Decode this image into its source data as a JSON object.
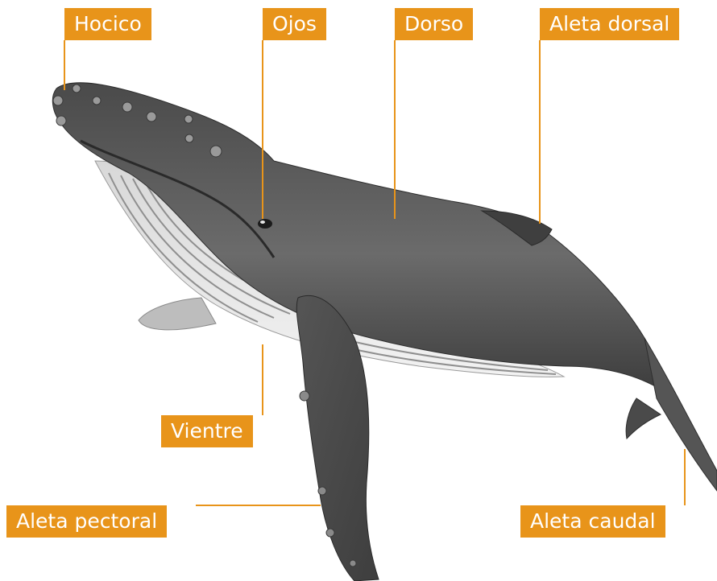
{
  "diagram": {
    "labels": {
      "snout": "Hocico",
      "eyes": "Ojos",
      "back": "Dorso",
      "dorsal_fin": "Aleta dorsal",
      "belly": "Vientre",
      "pectoral_fin": "Aleta pectoral",
      "tail_fin": "Aleta caudal"
    },
    "colors": {
      "label_background": "#e8941a",
      "label_text": "#ffffff",
      "leader_line": "#e8941a"
    }
  }
}
